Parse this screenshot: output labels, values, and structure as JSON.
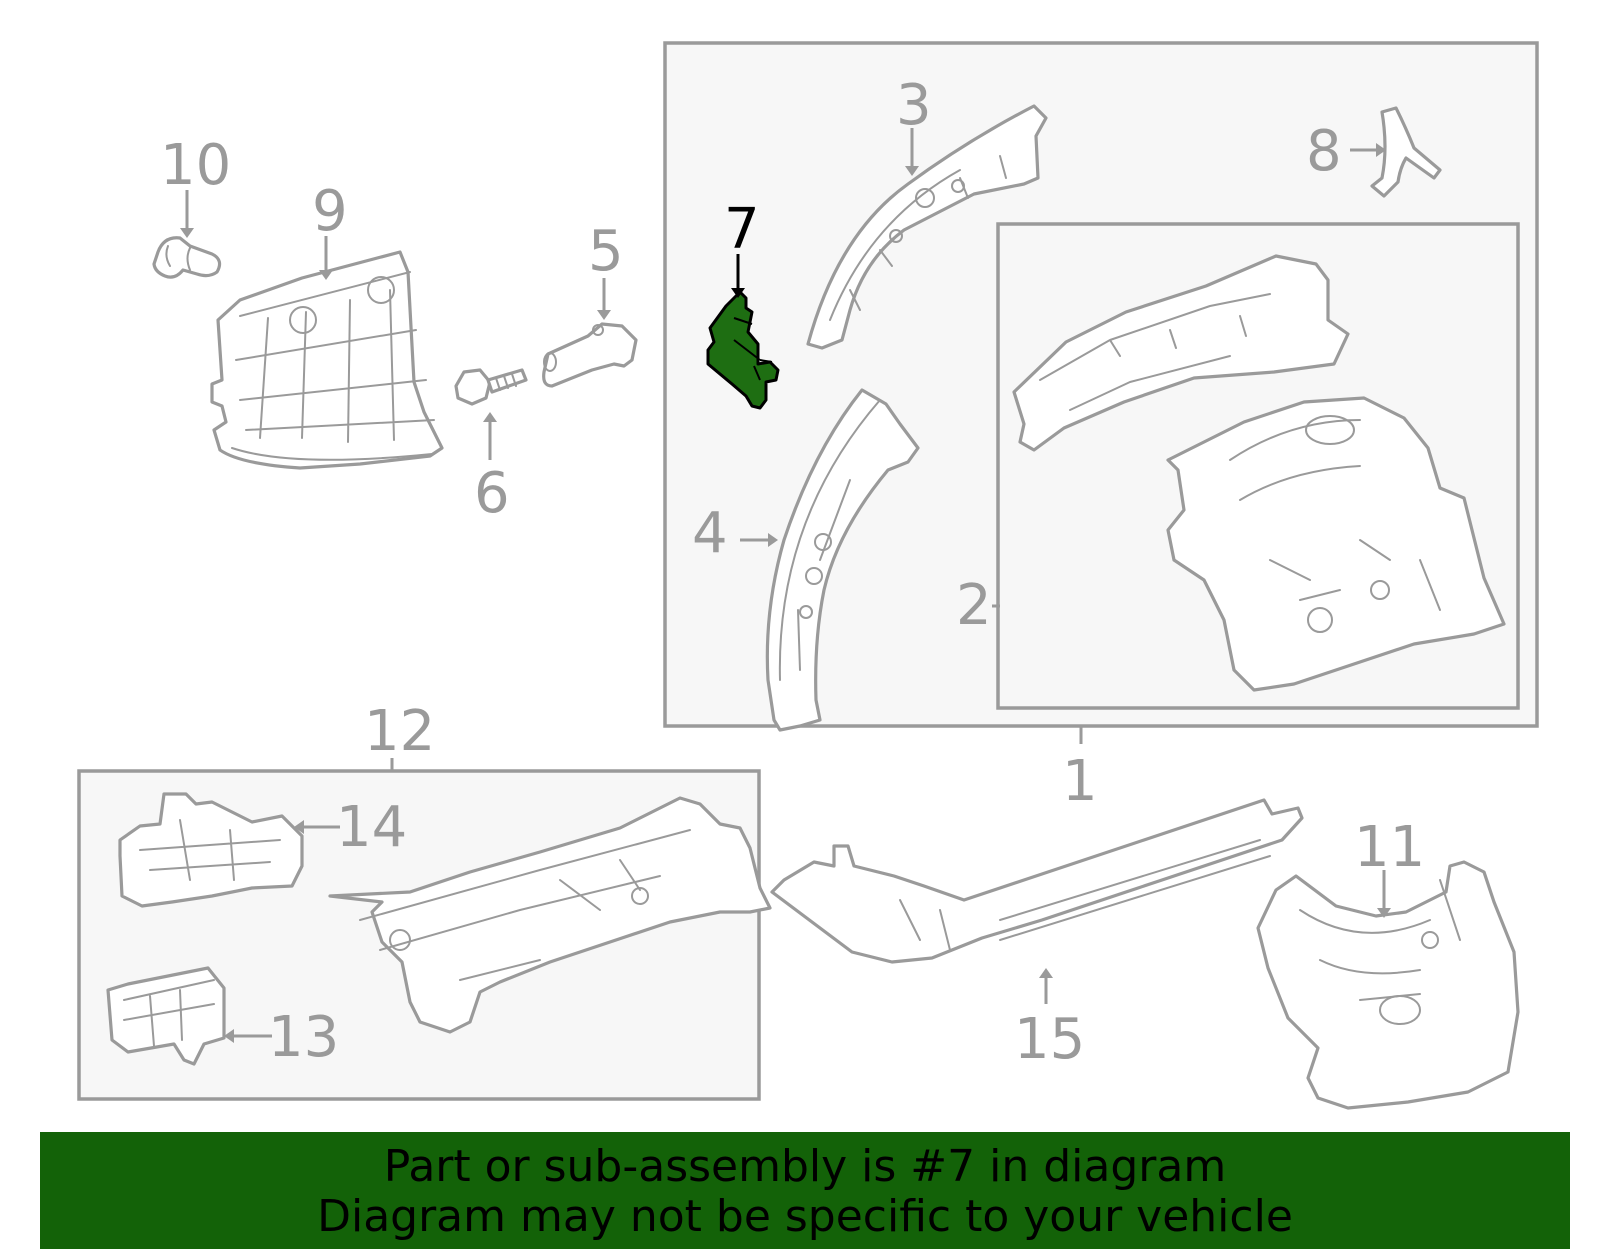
{
  "diagram": {
    "highlighted_part": "7",
    "callouts": [
      "1",
      "2",
      "3",
      "4",
      "5",
      "6",
      "7",
      "8",
      "9",
      "10",
      "11",
      "12",
      "13",
      "14",
      "15"
    ],
    "highlight_color": "#1e6e12",
    "part_line_color": "#9a9a9a",
    "group_box_fill": "#f7f7f7"
  },
  "footer": {
    "line1": "Part or sub-assembly is #7 in diagram",
    "line2": "Diagram may not be specific to your vehicle",
    "background_color": "#136208"
  }
}
